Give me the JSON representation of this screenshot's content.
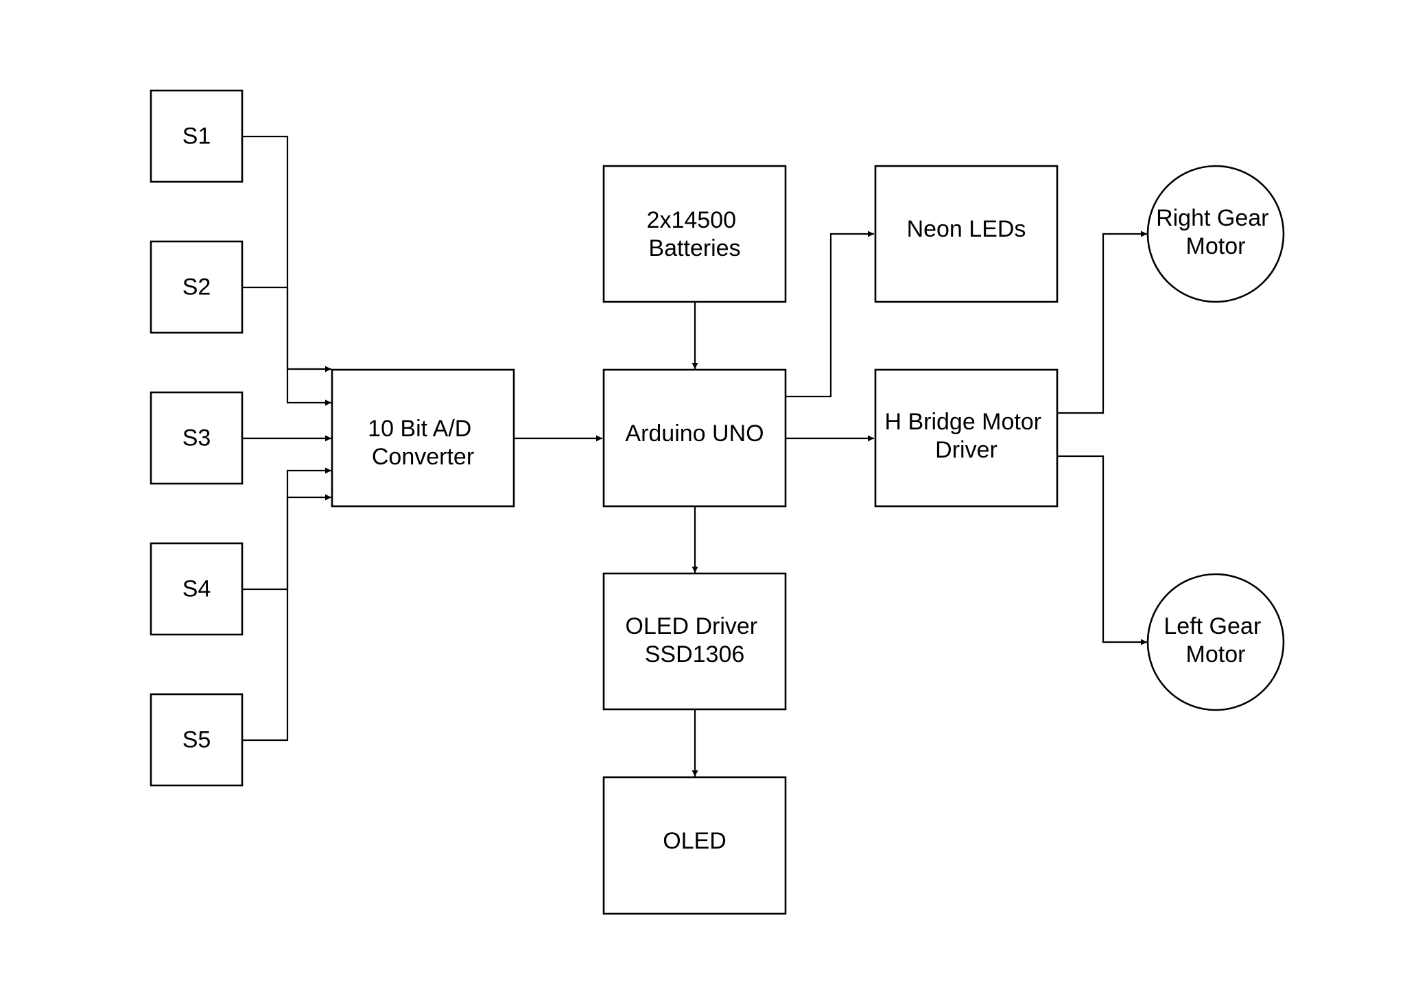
{
  "blocks": {
    "s1": {
      "lines": [
        "S1"
      ]
    },
    "s2": {
      "lines": [
        "S2"
      ]
    },
    "s3": {
      "lines": [
        "S3"
      ]
    },
    "s4": {
      "lines": [
        "S4"
      ]
    },
    "s5": {
      "lines": [
        "S5"
      ]
    },
    "adc": {
      "lines": [
        "10 Bit A/D",
        "Converter"
      ]
    },
    "batteries": {
      "lines": [
        "2x14500",
        "Batteries"
      ]
    },
    "arduino": {
      "lines": [
        "Arduino UNO"
      ]
    },
    "oled_driver": {
      "lines": [
        "OLED Driver",
        "SSD1306"
      ]
    },
    "oled": {
      "lines": [
        "OLED"
      ]
    },
    "neon_leds": {
      "lines": [
        "Neon LEDs"
      ]
    },
    "h_bridge": {
      "lines": [
        "H Bridge Motor",
        "Driver"
      ]
    },
    "right_motor": {
      "lines": [
        "Right Gear",
        "Motor"
      ]
    },
    "left_motor": {
      "lines": [
        "Left Gear",
        "Motor"
      ]
    }
  },
  "connections": [
    {
      "from": "s1",
      "to": "adc"
    },
    {
      "from": "s2",
      "to": "adc"
    },
    {
      "from": "s3",
      "to": "adc"
    },
    {
      "from": "s4",
      "to": "adc"
    },
    {
      "from": "s5",
      "to": "adc"
    },
    {
      "from": "adc",
      "to": "arduino"
    },
    {
      "from": "batteries",
      "to": "arduino"
    },
    {
      "from": "arduino",
      "to": "oled_driver"
    },
    {
      "from": "oled_driver",
      "to": "oled"
    },
    {
      "from": "arduino",
      "to": "neon_leds"
    },
    {
      "from": "arduino",
      "to": "h_bridge"
    },
    {
      "from": "h_bridge",
      "to": "right_motor"
    },
    {
      "from": "h_bridge",
      "to": "left_motor"
    }
  ]
}
